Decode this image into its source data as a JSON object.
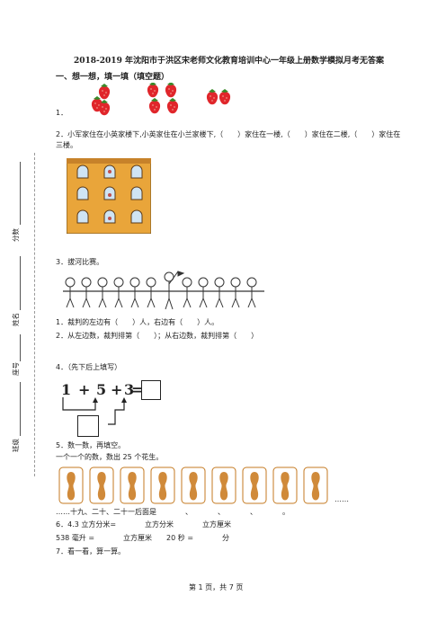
{
  "title": "2018-2019 年沈阳市于洪区宋老师文化教育培训中心一年级上册数学模拟月考无答案",
  "section1": "一、想一想，填一填（填空题）",
  "q1": "1．",
  "q2_line1": "2．小军家住在小英家楼下,小英家住在小兰家楼下,（　　）家住在一楼,（　　）家住在二楼,（　　）家住在",
  "q2_line2": "三楼。",
  "q3": "3．拔河比赛。",
  "q3_sub1": "1．裁判的左边有（　　）人，右边有（　　）人。",
  "q3_sub2": "2．从左边数，裁判排第（　　）；从右边数，裁判排第（　　）",
  "q4": "4．（先下后上填写）",
  "q4_eq": {
    "n1": "1",
    "op1": "+",
    "n2": "5",
    "op2": "+",
    "n3": "3",
    "eq": "="
  },
  "q5": "5．数一数，再填空。",
  "q5_desc": "一个一个的数，数出 25 个花生。",
  "q5_dots": "……",
  "q5_line": "……十九、二十、二十一后面是　　　　、　　　　、　　　　、　　　　。",
  "q6": "6．4.3 立方分米=　　　　立方分米　　　　立方厘米",
  "q6_line2": "538 毫升 =　　　　立方厘米　　20 秒 =　　　　分",
  "q7": "7．看一看，算一算。",
  "footer": "第 1 页，共 7 页",
  "side": {
    "score": "分数",
    "name": "姓名",
    "id": "座号",
    "class": "班级"
  },
  "colors": {
    "strawberry": "#e0262b",
    "leaf": "#3a8a2a",
    "building": "#e9a53a",
    "peanut": "#d08a3a"
  }
}
